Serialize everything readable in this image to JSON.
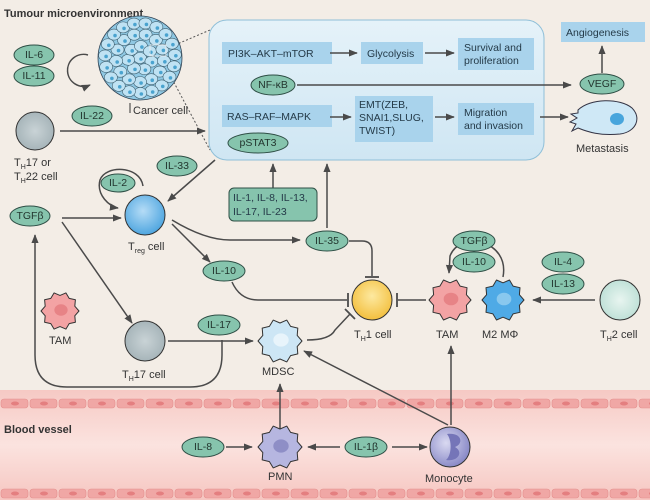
{
  "regions": {
    "tumour": "Tumour microenvironment",
    "blood": "Blood vessel"
  },
  "pathways": {
    "pi3k": "PI3K–AKT–mTOR",
    "glycolysis": "Glycolysis",
    "survival_1": "Survival and",
    "survival_2": "proliferation",
    "nfkb": "NF-κB",
    "ras": "RAS–RAF–MAPK",
    "emt_1": "EMT(ZEB,",
    "emt_2": "SNAI1,SLUG,",
    "emt_3": "TWIST)",
    "migration_1": "Migration",
    "migration_2": "and invasion",
    "pstat3": "pSTAT3",
    "angiogenesis": "Angiogenesis",
    "vegf": "VEGF",
    "metastasis": "Metastasis"
  },
  "cytokines": {
    "il6": "IL-6",
    "il11": "IL-11",
    "il22": "IL-22",
    "il33": "IL-33",
    "il2": "IL-2",
    "tgfb": "TGFβ",
    "il_multi_1": "IL-1, IL-8, IL-13,",
    "il_multi_2": "IL-17, IL-23",
    "il35": "IL-35",
    "il10": "IL-10",
    "il17": "IL-17",
    "tgfb2": "TGFβ",
    "il10b": "IL-10",
    "il4": "IL-4",
    "il13": "IL-13",
    "il8": "IL-8",
    "il1b": "IL-1β"
  },
  "cells": {
    "cancer": "Cancer cell",
    "th17_22_a": "T",
    "th17_22_b": "17 or",
    "th17_22_c": "T",
    "th17_22_d": "22 cell",
    "sub_h": "H",
    "treg_a": "T",
    "treg_sub": "reg",
    "treg_b": " cell",
    "tam": "TAM",
    "th17_b": "17 cell",
    "mdsc": "MDSC",
    "th1_b": "1 cell",
    "tam2": "TAM",
    "m2": "M2 MΦ",
    "th2_b": "2 cell",
    "pmn": "PMN",
    "monocyte": "Monocyte"
  }
}
